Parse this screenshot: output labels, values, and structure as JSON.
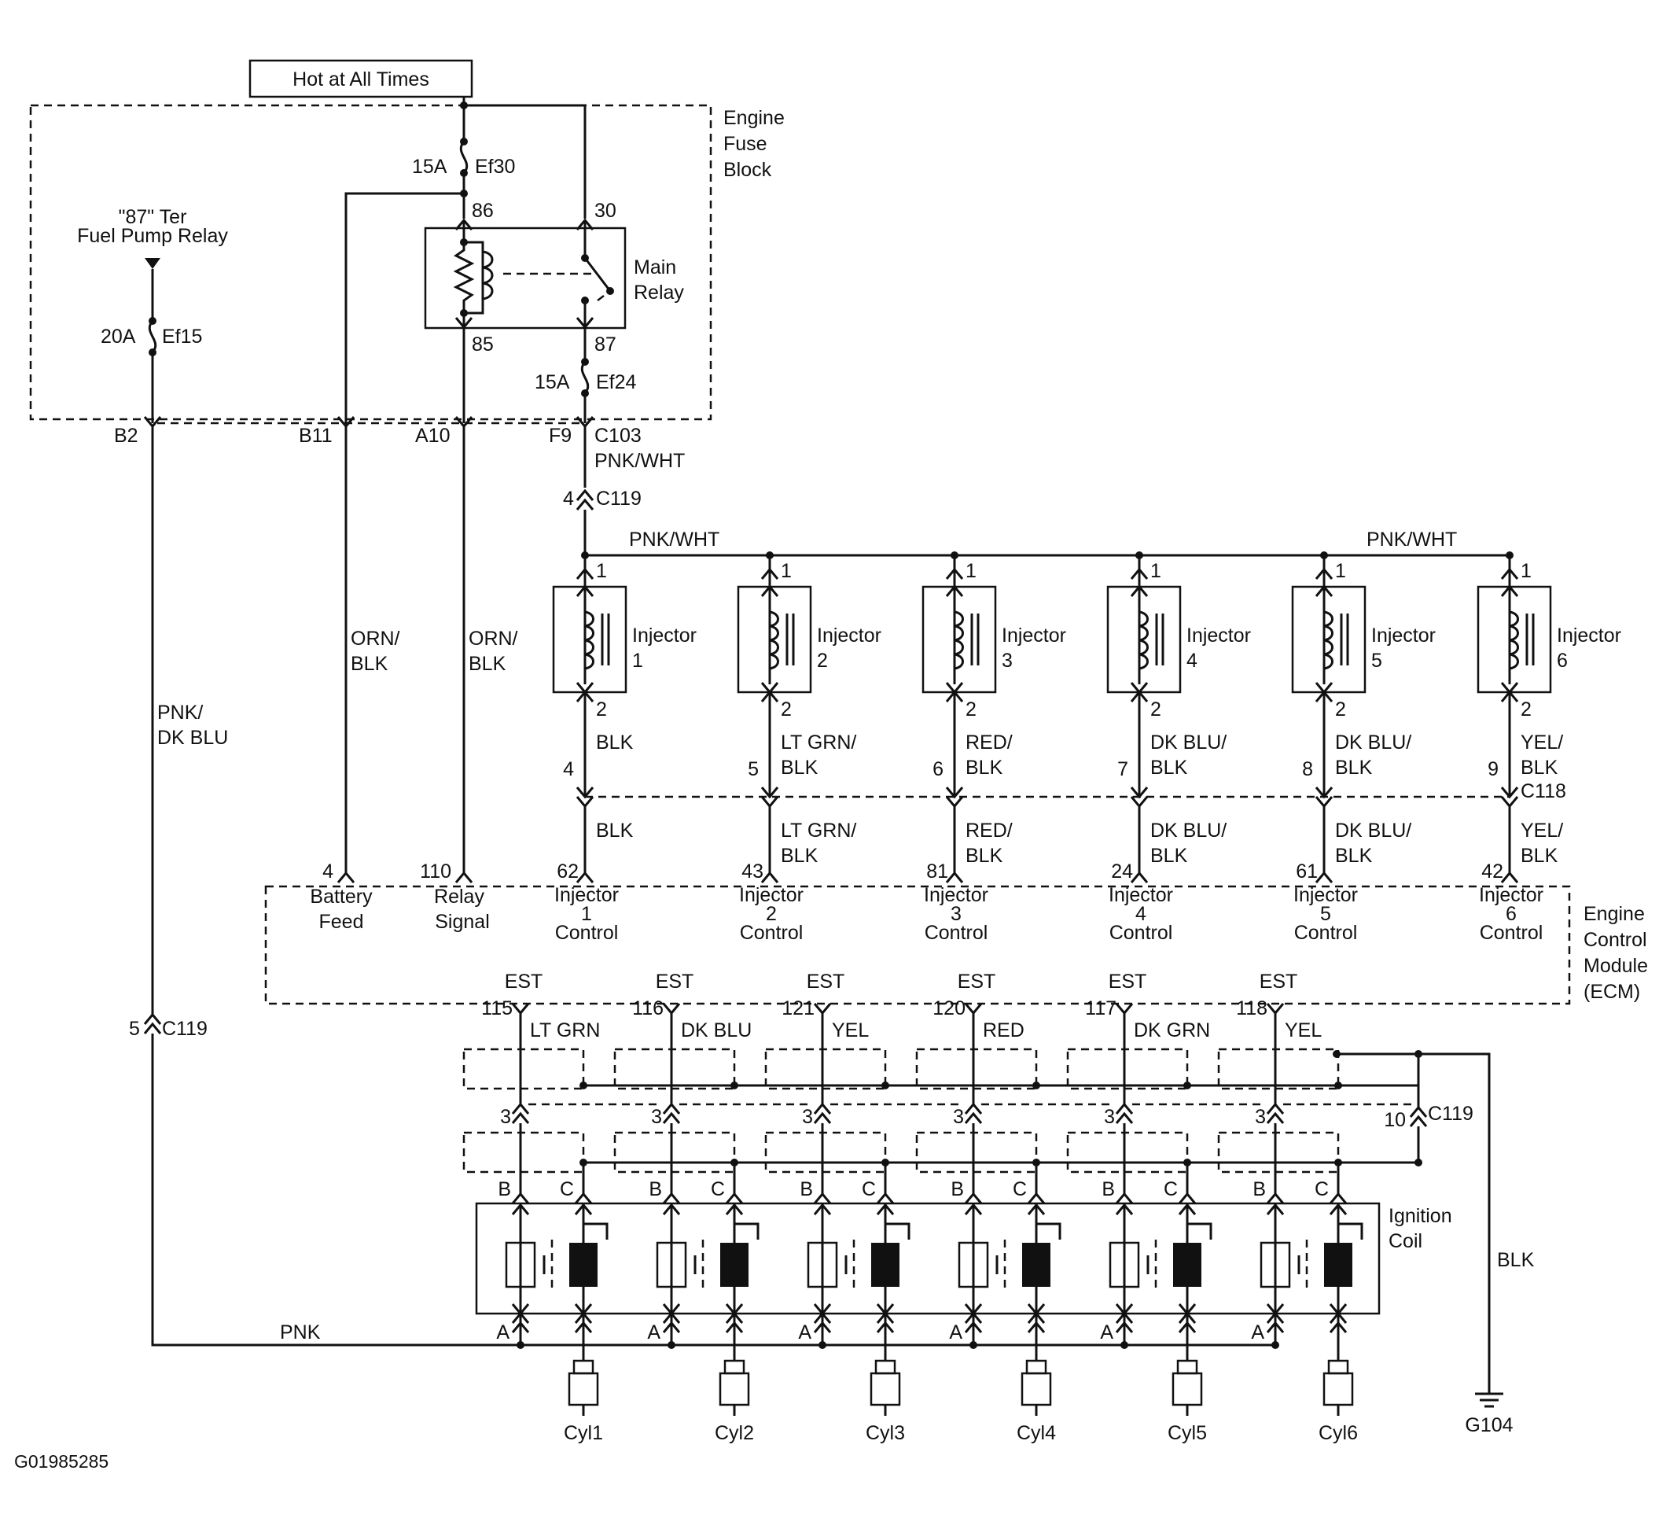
{
  "labels": {
    "hot_at_all_times": "Hot at All Times",
    "engine_fuse_block": [
      "Engine",
      "Fuse",
      "Block"
    ],
    "fuel_pump_relay": [
      "\"87\" Ter",
      "Fuel Pump Relay"
    ],
    "main_relay": [
      "Main",
      "Relay"
    ],
    "ecm": [
      "Engine",
      "Control",
      "Module",
      "(ECM)"
    ],
    "ignition_coil": [
      "Ignition",
      "Coil"
    ],
    "ground_id": "G104",
    "ground_wire": "BLK",
    "figure_id": "G01985285"
  },
  "fuses": {
    "ef30": {
      "rating": "15A",
      "name": "Ef30"
    },
    "ef15": {
      "rating": "20A",
      "name": "Ef15"
    },
    "ef24": {
      "rating": "15A",
      "name": "Ef24"
    }
  },
  "relay_pins": {
    "p86": "86",
    "p30": "30",
    "p85": "85",
    "p87": "87"
  },
  "connectors": {
    "c103": {
      "name": "C103",
      "pins": [
        "B2",
        "B11",
        "A10",
        "F9"
      ]
    },
    "c119_top": {
      "name": "C119",
      "pin": "4"
    },
    "c119_left": {
      "name": "C119",
      "pin": "5"
    },
    "c119_right": {
      "name": "C119",
      "pin": "10"
    },
    "c118": "C118"
  },
  "wires": {
    "f9_out": "PNK/WHT",
    "bus_left": "PNK/WHT",
    "bus_right": "PNK/WHT",
    "b11": [
      "ORN/",
      "BLK"
    ],
    "a10": [
      "ORN/",
      "BLK"
    ],
    "b2": [
      "PNK/",
      "DK BLU"
    ],
    "coil_feed": "PNK"
  },
  "ecm_inputs": [
    {
      "pin": "4",
      "label": [
        "Battery",
        "Feed"
      ]
    },
    {
      "pin": "110",
      "label": [
        "Relay",
        "Signal"
      ]
    }
  ],
  "injectors": [
    {
      "name": [
        "Injector",
        "1"
      ],
      "pin_in": "1",
      "pin_out": "2",
      "c118_pin": "4",
      "wire": [
        "BLK"
      ],
      "ecm_pin": "62",
      "ecm_label": [
        "Injector",
        "1",
        "Control"
      ]
    },
    {
      "name": [
        "Injector",
        "2"
      ],
      "pin_in": "1",
      "pin_out": "2",
      "c118_pin": "5",
      "wire": [
        "LT GRN/",
        "BLK"
      ],
      "ecm_pin": "43",
      "ecm_label": [
        "Injector",
        "2",
        "Control"
      ]
    },
    {
      "name": [
        "Injector",
        "3"
      ],
      "pin_in": "1",
      "pin_out": "2",
      "c118_pin": "6",
      "wire": [
        "RED/",
        "BLK"
      ],
      "ecm_pin": "81",
      "ecm_label": [
        "Injector",
        "3",
        "Control"
      ]
    },
    {
      "name": [
        "Injector",
        "4"
      ],
      "pin_in": "1",
      "pin_out": "2",
      "c118_pin": "7",
      "wire": [
        "DK BLU/",
        "BLK"
      ],
      "ecm_pin": "24",
      "ecm_label": [
        "Injector",
        "4",
        "Control"
      ]
    },
    {
      "name": [
        "Injector",
        "5"
      ],
      "pin_in": "1",
      "pin_out": "2",
      "c118_pin": "8",
      "wire": [
        "DK BLU/",
        "BLK"
      ],
      "ecm_pin": "61",
      "ecm_label": [
        "Injector",
        "5",
        "Control"
      ]
    },
    {
      "name": [
        "Injector",
        "6"
      ],
      "pin_in": "1",
      "pin_out": "2",
      "c118_pin": "9",
      "wire": [
        "YEL/",
        "BLK"
      ],
      "ecm_pin": "42",
      "ecm_label": [
        "Injector",
        "6",
        "Control"
      ]
    }
  ],
  "est": [
    {
      "label": "EST",
      "ecm_pin": "115",
      "wire": "LT GRN",
      "c118_pin": "3"
    },
    {
      "label": "EST",
      "ecm_pin": "116",
      "wire": "DK BLU",
      "c118_pin": "3"
    },
    {
      "label": "EST",
      "ecm_pin": "121",
      "wire": "YEL",
      "c118_pin": "3"
    },
    {
      "label": "EST",
      "ecm_pin": "120",
      "wire": "RED",
      "c118_pin": "3"
    },
    {
      "label": "EST",
      "ecm_pin": "117",
      "wire": "DK GRN",
      "c118_pin": "3"
    },
    {
      "label": "EST",
      "ecm_pin": "118",
      "wire": "YEL",
      "c118_pin": "3"
    }
  ],
  "coil_pins": {
    "a": "A",
    "b": "B",
    "c": "C"
  },
  "cylinders": [
    "Cyl1",
    "Cyl2",
    "Cyl3",
    "Cyl4",
    "Cyl5",
    "Cyl6"
  ]
}
